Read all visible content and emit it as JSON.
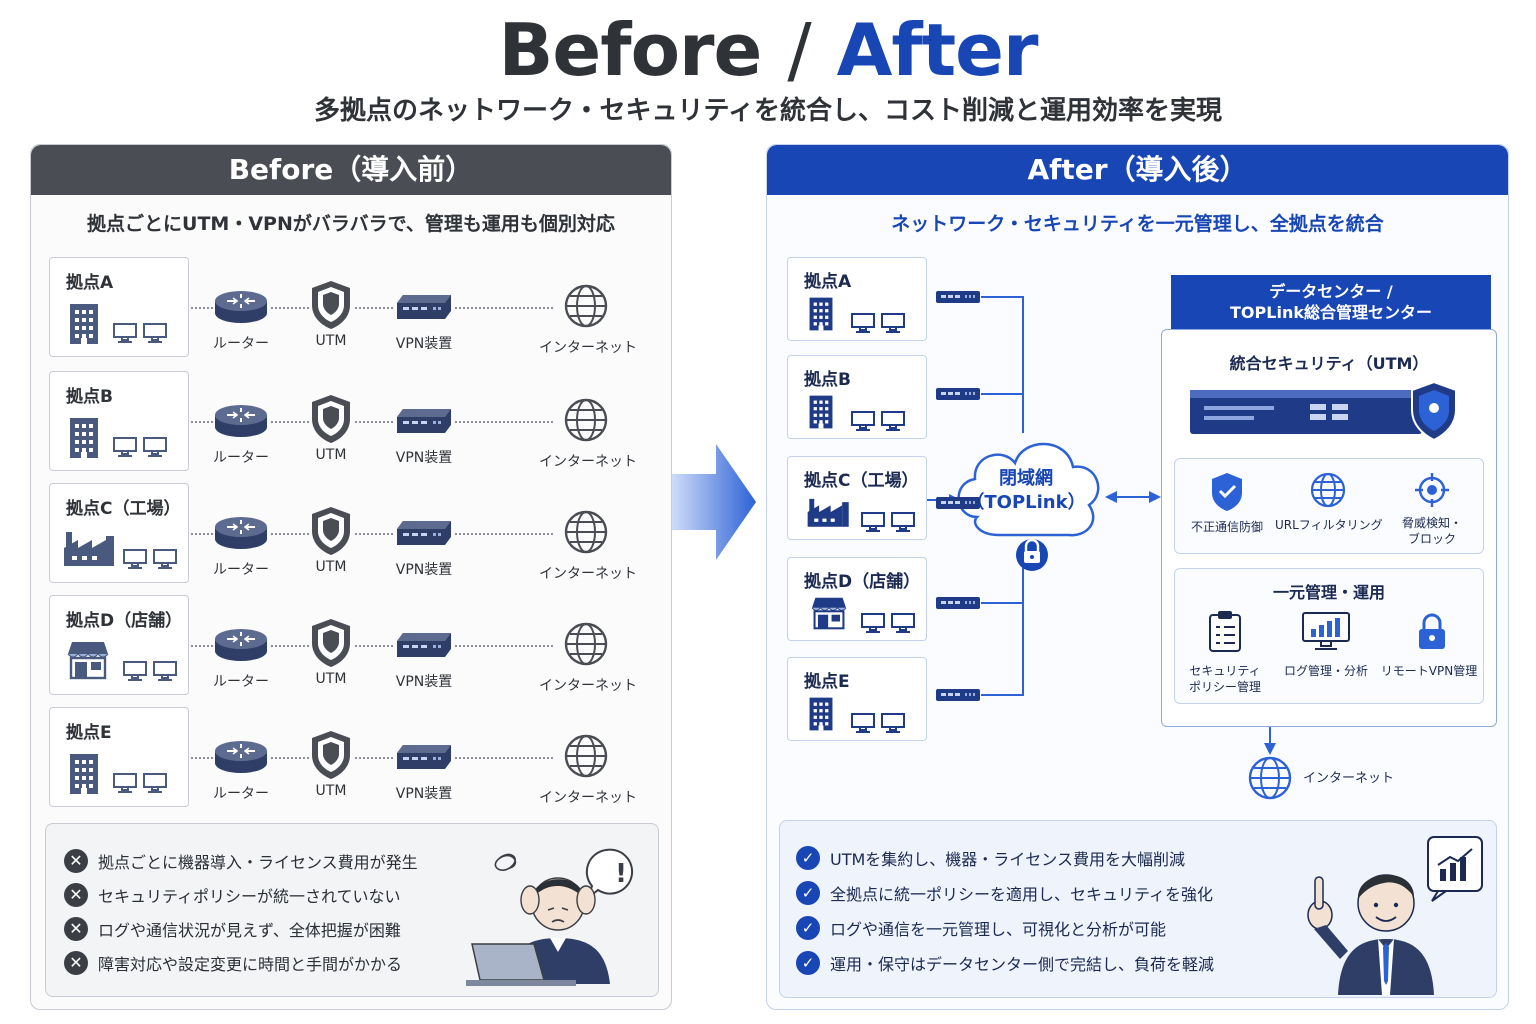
{
  "header": {
    "title_before": "Before",
    "title_slash": "/",
    "title_after": "After",
    "subtitle": "多拠点のネットワーク・セキュリティを統合し、コスト削減と運用効率を実現"
  },
  "before": {
    "heading": "Before（導入前）",
    "subheading": "拠点ごとにUTM・VPNがバラバラで、管理も運用も個別対応",
    "device_labels": {
      "router": "ルーター",
      "utm": "UTM",
      "vpn": "VPN装置",
      "internet": "インターネット"
    },
    "sites": [
      {
        "name": "拠点A",
        "icon": "building-icon"
      },
      {
        "name": "拠点B",
        "icon": "building-icon"
      },
      {
        "name": "拠点C（工場）",
        "icon": "factory-icon"
      },
      {
        "name": "拠点D（店舗）",
        "icon": "store-icon"
      },
      {
        "name": "拠点E",
        "icon": "building-icon"
      }
    ],
    "issues": [
      "拠点ごとに機器導入・ライセンス費用が発生",
      "セキュリティポリシーが統一されていない",
      "ログや通信状況が見えず、全体把握が困難",
      "障害対応や設定変更に時間と手間がかかる"
    ],
    "exclaim": "!"
  },
  "after": {
    "heading": "After（導入後）",
    "subheading": "ネットワーク・セキュリティを一元管理し、全拠点を統合",
    "sites": [
      {
        "name": "拠点A",
        "icon": "building-icon"
      },
      {
        "name": "拠点B",
        "icon": "building-icon"
      },
      {
        "name": "拠点C（工場）",
        "icon": "factory-icon"
      },
      {
        "name": "拠点D（店舗）",
        "icon": "store-icon"
      },
      {
        "name": "拠点E",
        "icon": "building-icon"
      }
    ],
    "cloud": {
      "line1": "閉域網",
      "line2": "（TOPLink）"
    },
    "datacenter": {
      "line1": "データセンター /",
      "line2": "TOPLink総合管理センター",
      "security_title": "統合セキュリティ（UTM）",
      "security_features": [
        {
          "label": "不正通信防御",
          "icon": "shield-check-icon"
        },
        {
          "label": "URLフィルタリング",
          "icon": "globe-icon"
        },
        {
          "label1": "脅威検知・",
          "label2": "ブロック",
          "icon": "target-icon"
        }
      ],
      "mgmt_title": "一元管理・運用",
      "mgmt_features": [
        {
          "label1": "セキュリティ",
          "label2": "ポリシー管理",
          "icon": "clipboard-icon"
        },
        {
          "label": "ログ管理・分析",
          "icon": "monitor-chart-icon"
        },
        {
          "label": "リモートVPN管理",
          "icon": "lock-icon"
        }
      ]
    },
    "internet": "インターネット",
    "benefits": [
      "UTMを集約し、機器・ライセンス費用を大幅削減",
      "全拠点に統一ポリシーを適用し、セキュリティを強化",
      "ログや通信を一元管理し、可視化と分析が可能",
      "運用・保守はデータセンター側で完結し、負荷を軽減"
    ]
  },
  "colors": {
    "accent": "#1846b4",
    "dark": "#4a4d53",
    "navy": "#1c2a52"
  }
}
